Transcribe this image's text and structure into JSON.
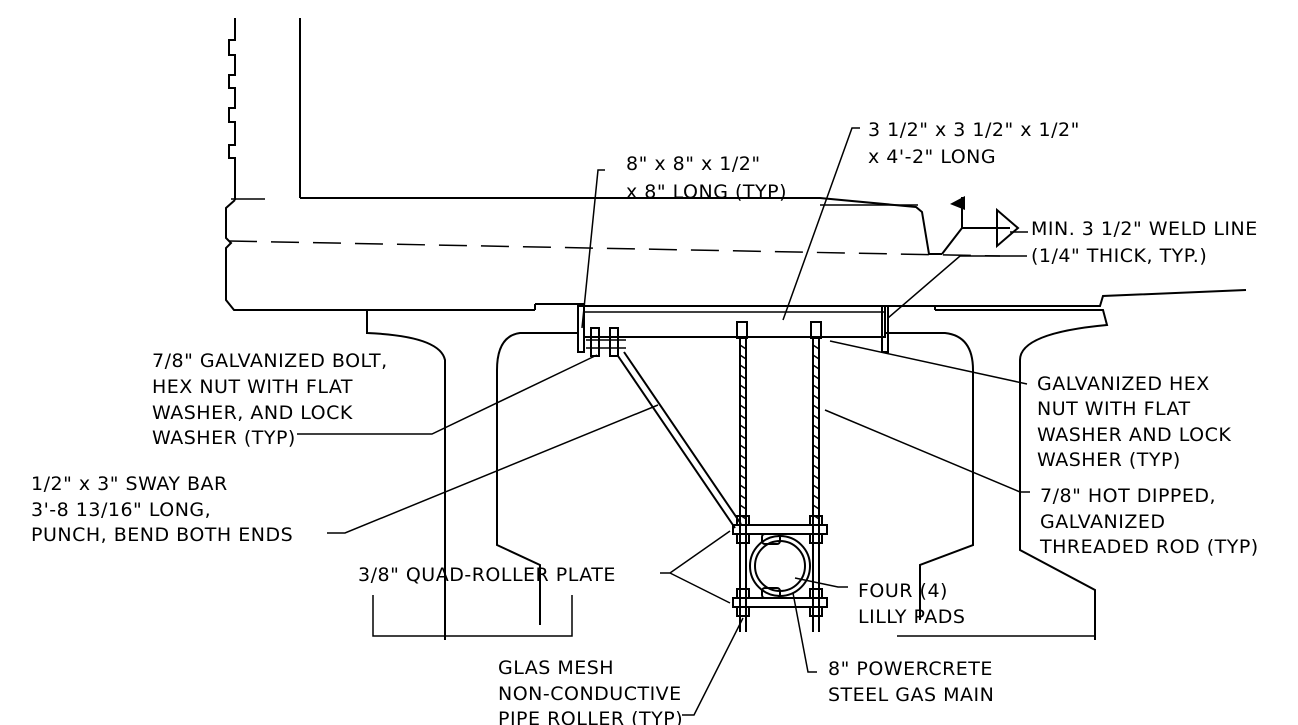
{
  "labels": {
    "angle_1": "3 1/2\" x 3 1/2\" x 1/2\"",
    "angle_2": "x 4'-2\" LONG",
    "plate_1": "8\" x 8\" x 1/2\"",
    "plate_2": "x 8\" LONG (TYP)",
    "weld_1": "MIN. 3 1/2\" WELD LINE",
    "weld_2": "(1/4\" THICK, TYP.)",
    "bolt_1": "7/8\" GALVANIZED BOLT,",
    "bolt_2": "HEX NUT WITH FLAT",
    "bolt_3": "WASHER, AND LOCK",
    "bolt_4": "WASHER (TYP)",
    "hexnut_1": "GALVANIZED HEX",
    "hexnut_2": "NUT WITH FLAT",
    "hexnut_3": "WASHER AND LOCK",
    "hexnut_4": "WASHER (TYP)",
    "sway_1": "1/2\" x 3\" SWAY BAR",
    "sway_2": "3'-8 13/16\" LONG,",
    "sway_3": "PUNCH, BEND BOTH ENDS",
    "rod_1": "7/8\" HOT DIPPED,",
    "rod_2": "GALVANIZED",
    "rod_3": "THREADED ROD (TYP)",
    "quad": "3/8\" QUAD-ROLLER PLATE",
    "lilly_1": "FOUR (4)",
    "lilly_2": "LILLY PADS",
    "roller_1": "GLAS MESH",
    "roller_2": "NON-CONDUCTIVE",
    "roller_3": "PIPE ROLLER (TYP)",
    "main_1": "8\" POWERCRETE",
    "main_2": "STEEL GAS MAIN"
  }
}
